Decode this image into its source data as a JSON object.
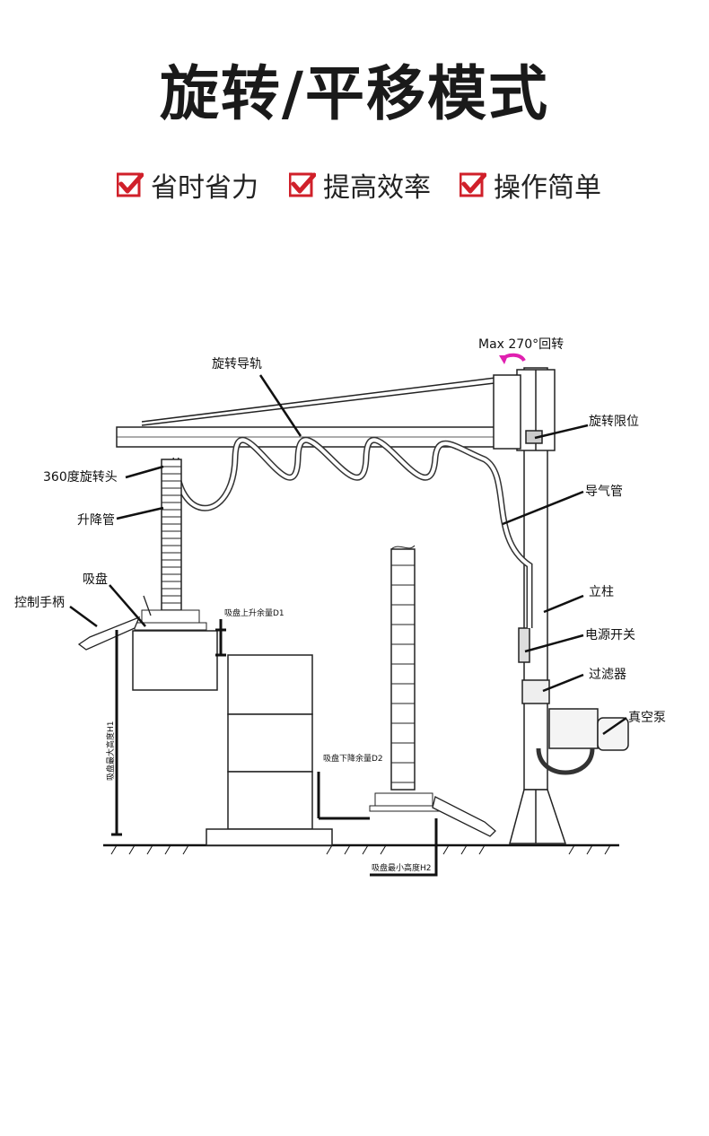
{
  "title": "旋转/平移模式",
  "features": [
    {
      "label": "省时省力",
      "icon": "red-check-icon"
    },
    {
      "label": "提高效率",
      "icon": "red-check-icon"
    },
    {
      "label": "操作简单",
      "icon": "red-check-icon"
    }
  ],
  "colors": {
    "accent": "#d0202a",
    "arrow": "#e020b0",
    "line": "#111111"
  },
  "labels": {
    "rotation": "Max 270°回转",
    "rail": "旋转导轨",
    "limit": "旋转限位",
    "swivel": "360度旋转头",
    "hose": "导气管",
    "lift_tube": "升降管",
    "suction": "吸盘",
    "handle": "控制手柄",
    "column": "立柱",
    "power": "电源开关",
    "filter": "过滤器",
    "pump": "真空泵",
    "d1": "吸盘上升余量D1",
    "d2": "吸盘下降余量D2",
    "h1": "吸盘最大高度H1",
    "h2": "吸盘最小高度H2"
  }
}
